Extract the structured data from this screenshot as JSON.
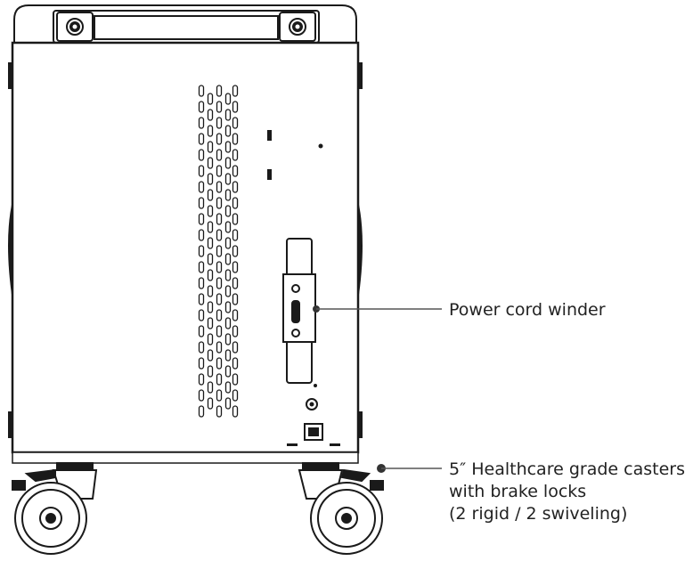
{
  "callouts": {
    "power_cord_winder": "Power cord winder",
    "casters": {
      "line1": "5″ Healthcare grade casters",
      "line2": "with brake locks",
      "line3": "(2 rigid / 2 swiveling)"
    }
  },
  "colors": {
    "line": "#1a1a1a",
    "dot": "#333333",
    "background": "#ffffff"
  }
}
